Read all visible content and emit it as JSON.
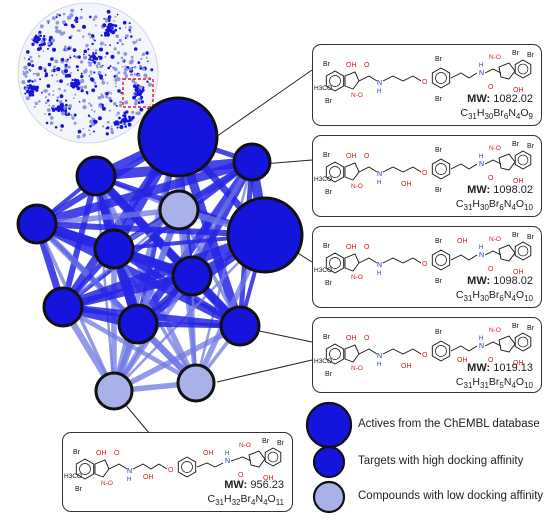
{
  "legend": {
    "items": [
      {
        "label": "Actives from the ChEMBL database",
        "color": "#1414dc"
      },
      {
        "label": "Targets with high docking affinity",
        "color": "#1414dc"
      },
      {
        "label": "Compounds with low docking affinity",
        "color": "#a9b2e8"
      }
    ]
  },
  "compounds": [
    {
      "mw_label": "MW:",
      "mw_value": "1082.02",
      "formula": "C31H30Br6N4O9"
    },
    {
      "mw_label": "MW:",
      "mw_value": "1098.02",
      "formula": "C31H30Br6N4O10"
    },
    {
      "mw_label": "MW:",
      "mw_value": "1098.02",
      "formula": "C31H30Br6N4O10"
    },
    {
      "mw_label": "MW:",
      "mw_value": "1019.13",
      "formula": "C31H31Br5N4O10"
    },
    {
      "mw_label": "MW:",
      "mw_value": "956.23",
      "formula": "C31H32Br4N4O11"
    }
  ],
  "atom_labels": {
    "br": "Br",
    "oh": "OH",
    "ome": "H3CO",
    "n": "N",
    "h": "H",
    "o": "O",
    "no": "N-O"
  },
  "colors": {
    "active": "#1414dc",
    "low_affinity": "#a9b2e8",
    "edge": "#2a2ae0",
    "heteroatom": "#d81e1e",
    "nitrogen": "#1c2ec8"
  }
}
